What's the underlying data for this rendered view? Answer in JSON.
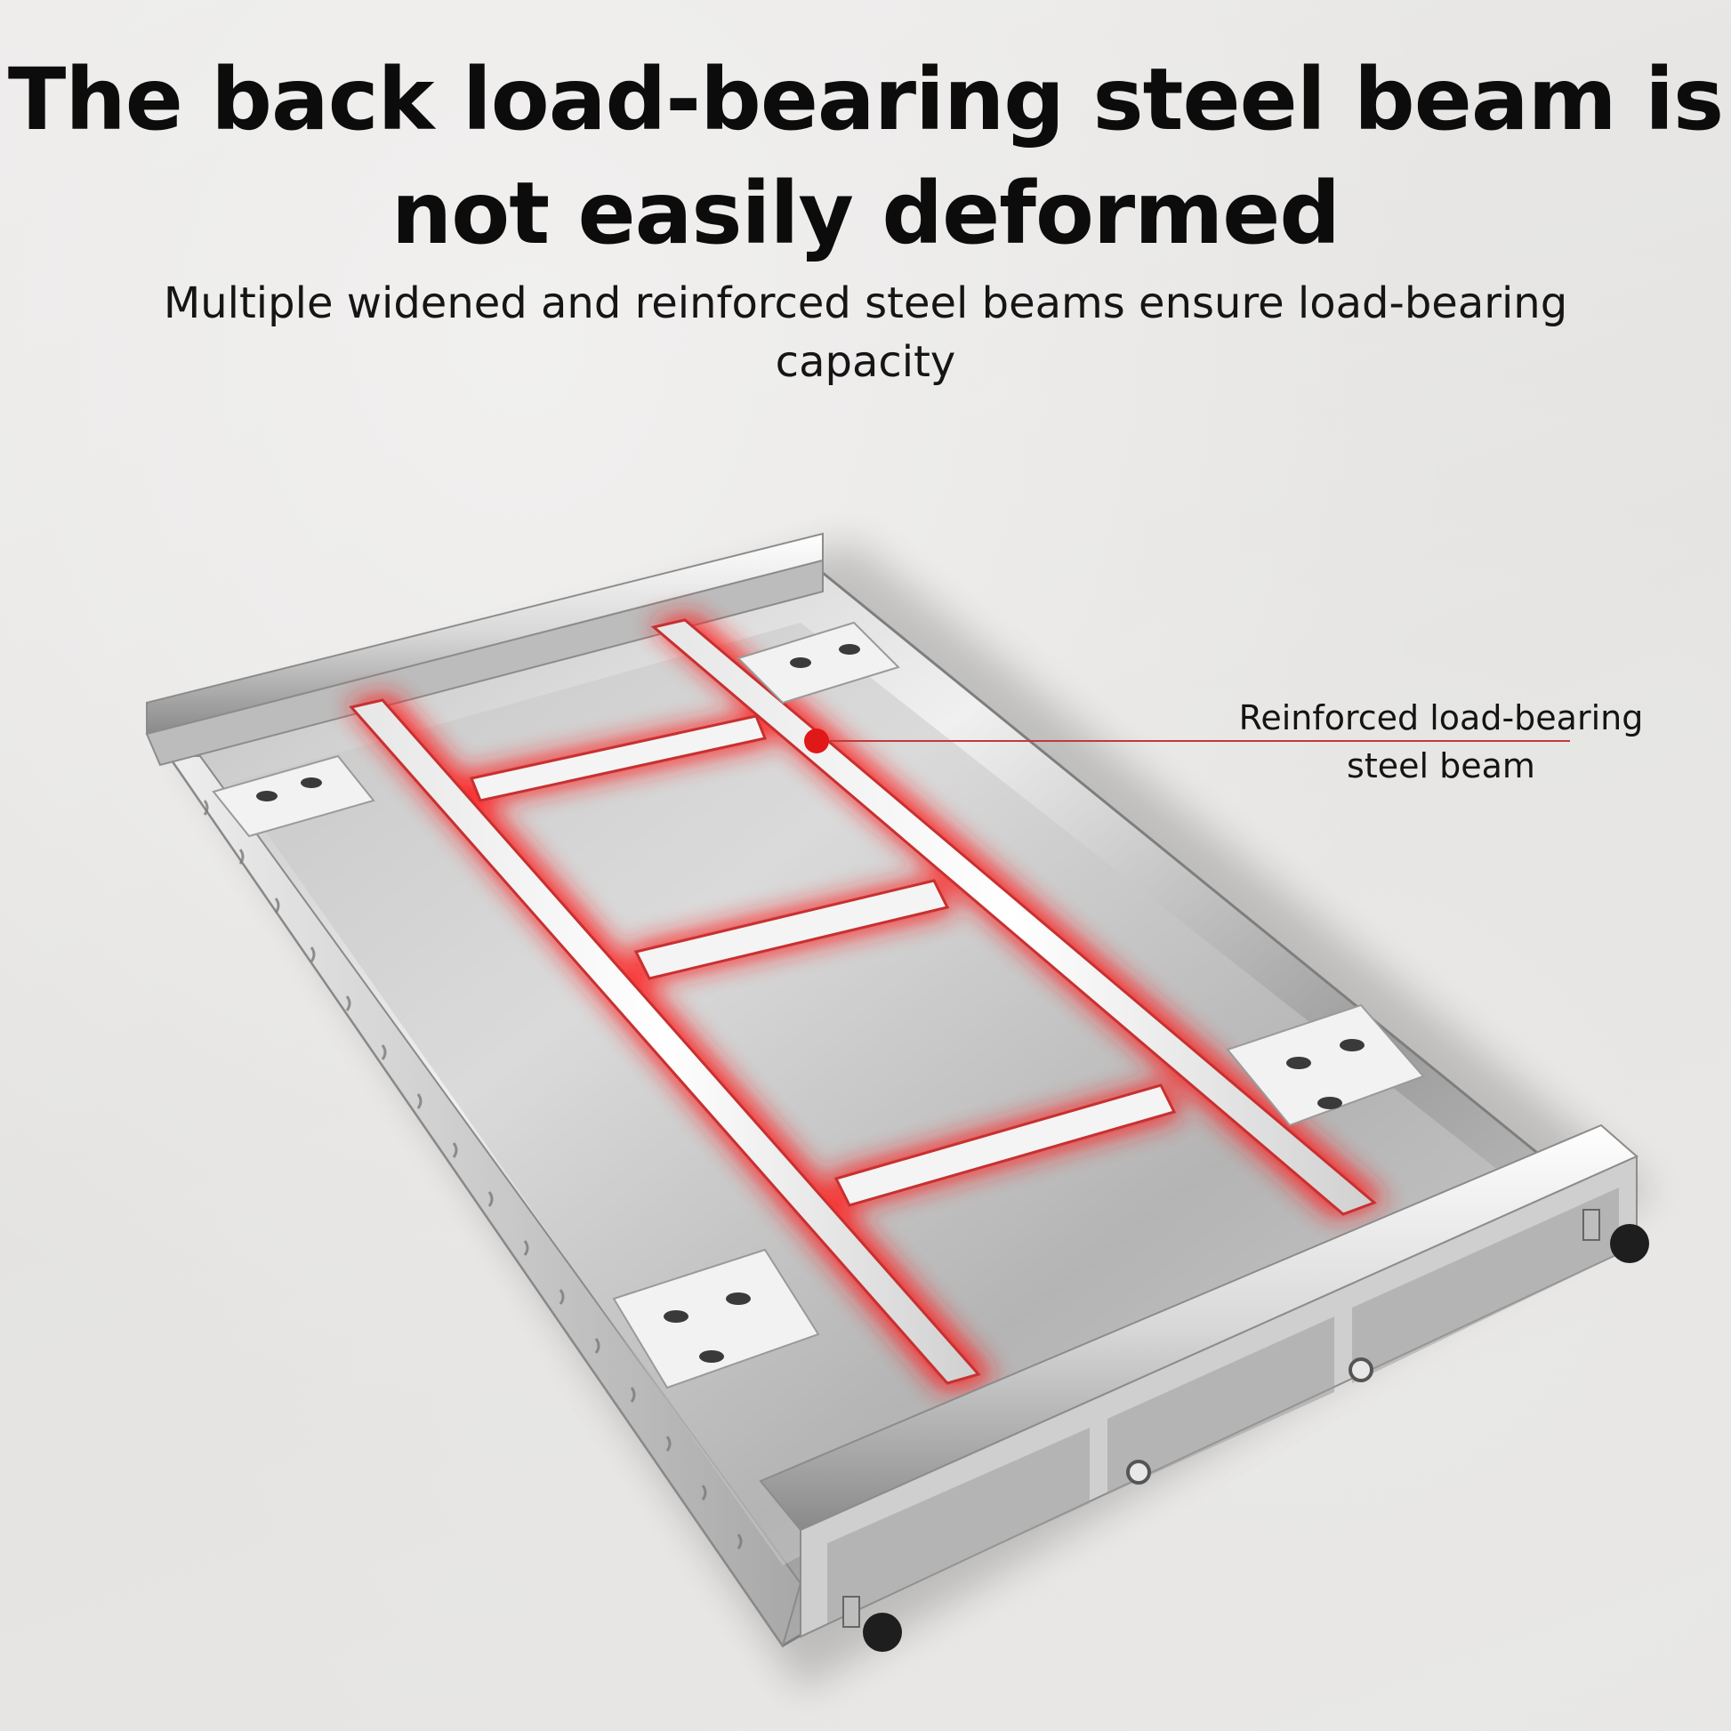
{
  "headline": {
    "text": "The back load-bearing steel beam is not easily deformed"
  },
  "subheadline": {
    "text": "Multiple widened and reinforced steel beams ensure load-bearing capacity"
  },
  "callout": {
    "label": "Reinforced load-bearing steel beam",
    "marker_color": "#e01818"
  },
  "colors": {
    "background": "#e7e6e4",
    "text": "#0c0c0c",
    "highlight": "#ff2020",
    "steel_light": "#f6f6f6",
    "steel_dark": "#5a5a5a"
  }
}
